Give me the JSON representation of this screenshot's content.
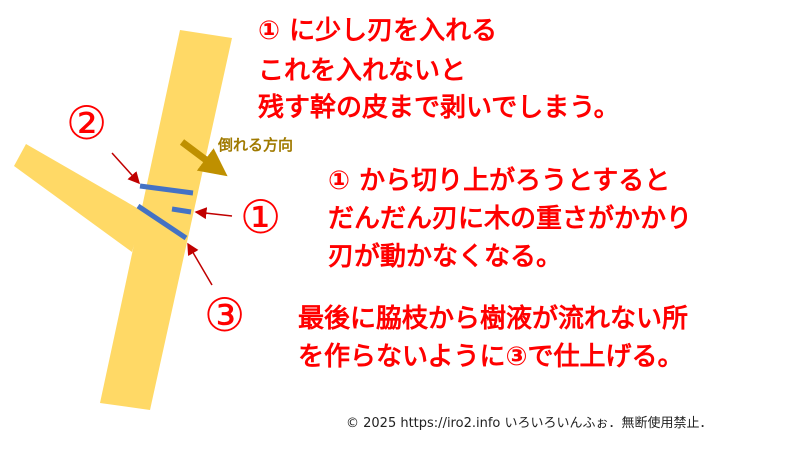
{
  "notes": {
    "top": [
      "① に少し刃を入れる",
      "これを入れないと",
      "残す幹の皮まで剥いでしまう。"
    ],
    "middle": [
      "① から切り上がろうとすると",
      "だんだん刃に木の重さがかかり",
      "刃が動かなくなる。"
    ],
    "bottom": [
      "最後に脇枝から樹液が流れない所",
      "を作らないように③で仕上げる。"
    ]
  },
  "markers": {
    "one": "①",
    "two": "②",
    "three": "③"
  },
  "direction_label": "倒れる方向",
  "copyright": "© 2025 https://iro2.info いろいろいんふぉ．無断使用禁止．",
  "colors": {
    "wood": "#ffd966",
    "cut": "#4472c4",
    "text": "#ff0000",
    "arrow": "#bf9000"
  }
}
